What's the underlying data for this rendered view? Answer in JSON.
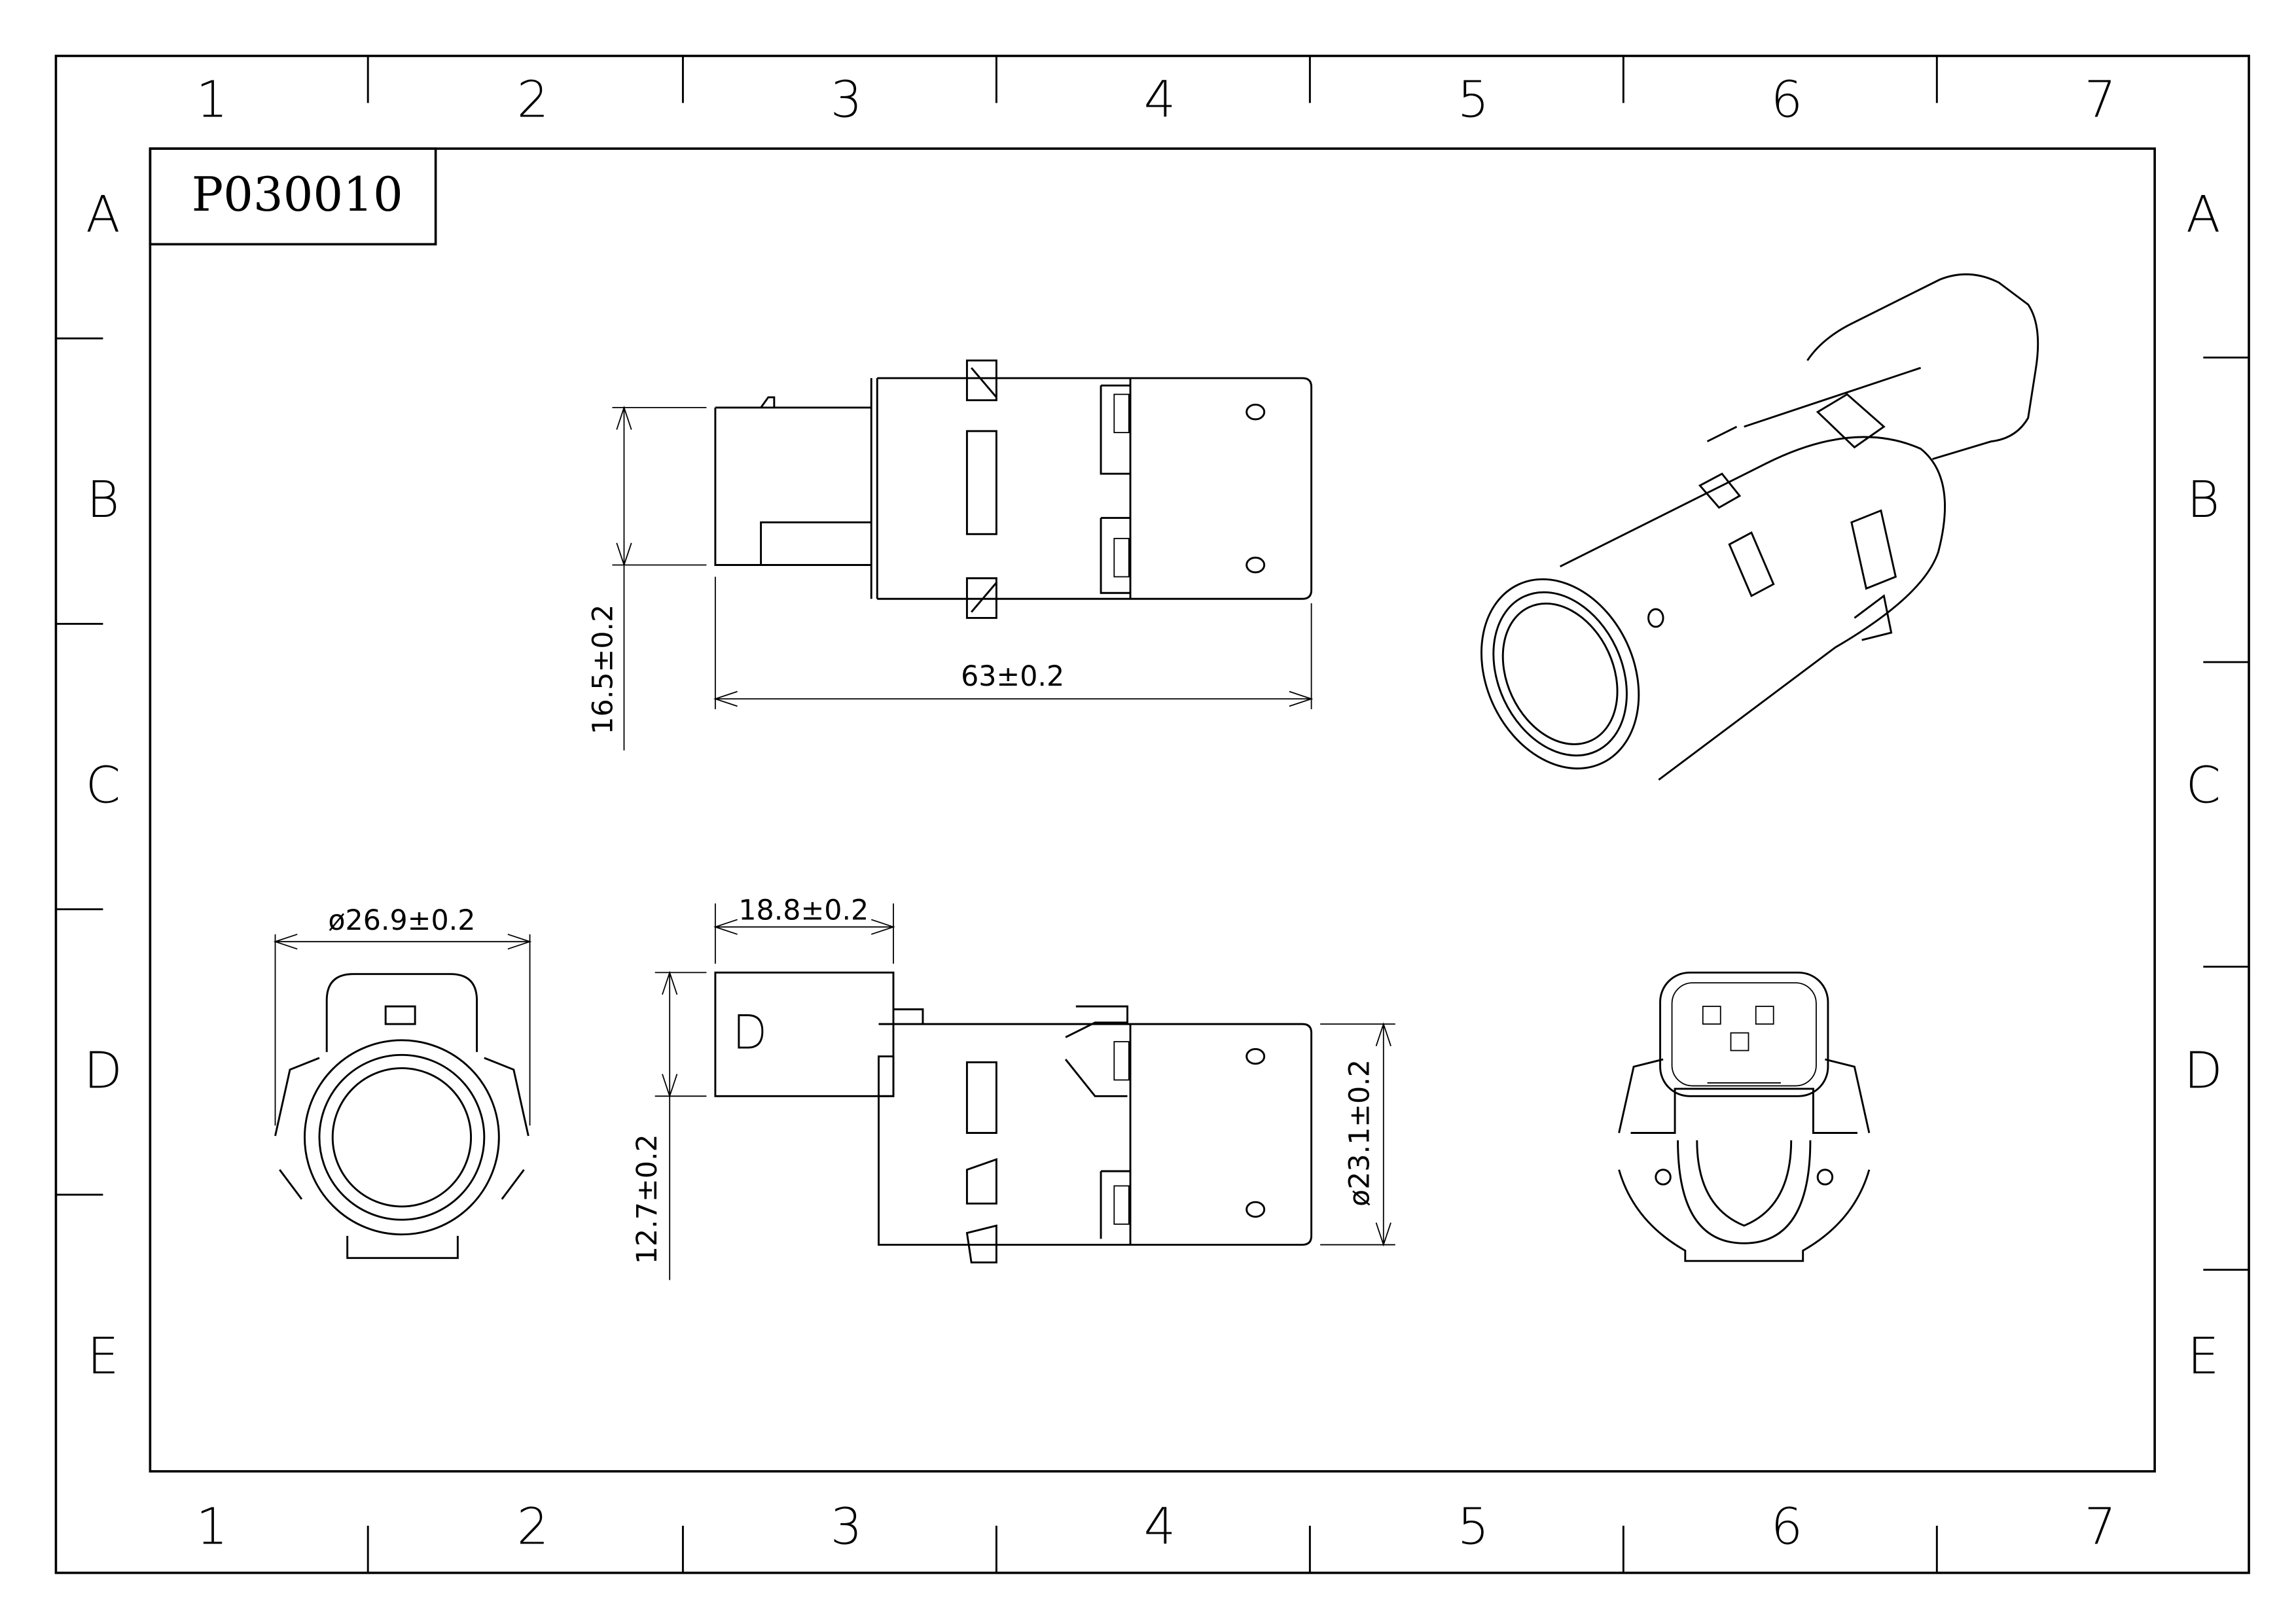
{
  "drawing": {
    "part_number": "P030010",
    "column_labels": [
      "1",
      "2",
      "3",
      "4",
      "5",
      "6",
      "7"
    ],
    "row_labels": [
      "A",
      "B",
      "C",
      "D",
      "E"
    ],
    "dimensions": {
      "top_height": "16.5±0.2",
      "top_length": "63±0.2",
      "front_diameter": "ø26.9±0.2",
      "side_connector_length": "18.8±0.2",
      "side_connector_height": "12.7±0.2",
      "side_body_diameter": "ø23.1±0.2"
    }
  }
}
